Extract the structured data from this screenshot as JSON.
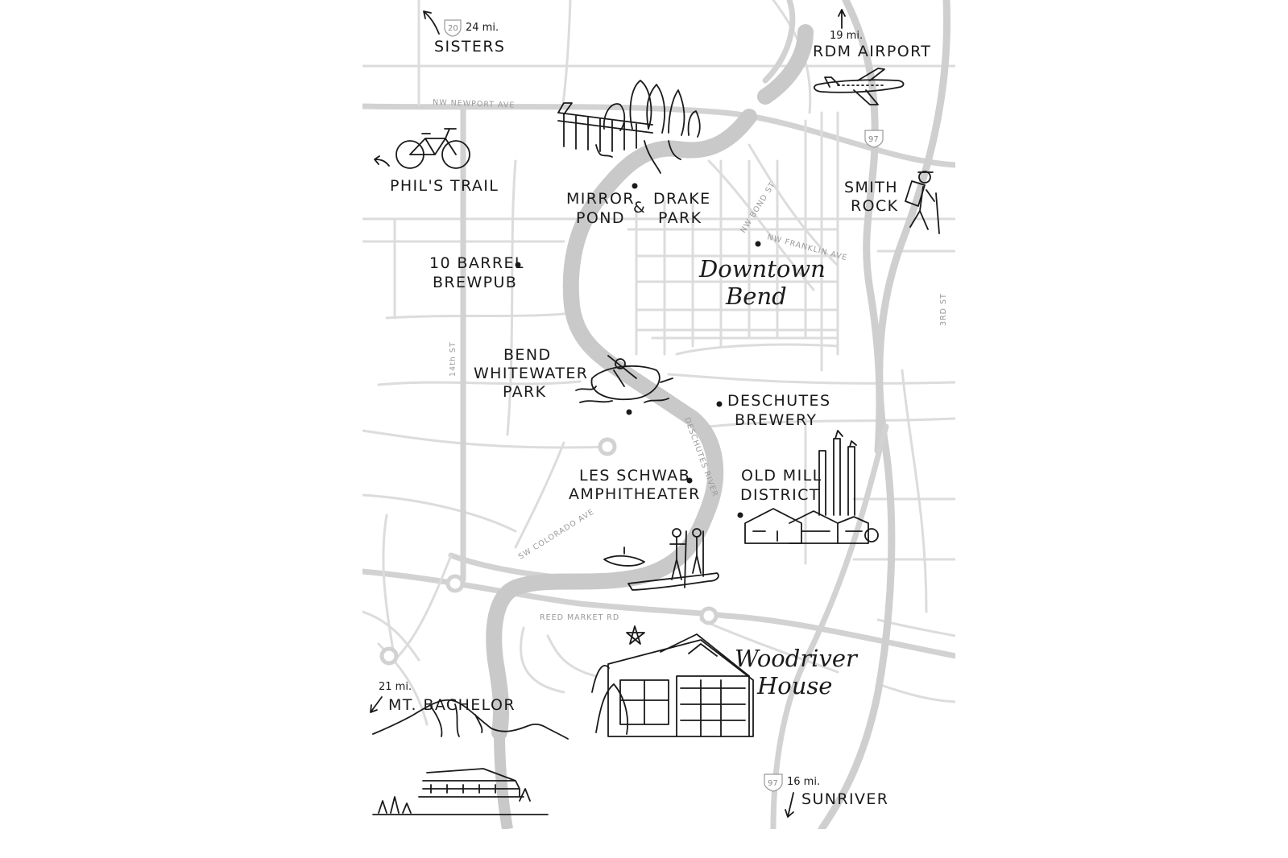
{
  "map": {
    "places": {
      "sisters": "SISTERS",
      "rdm_airport": "RDM AIRPORT",
      "phils_trail": "PHIL'S TRAIL",
      "mirror_pond_1": "MIRROR",
      "mirror_pond_2": "POND",
      "ampersand": "&",
      "drake_park_1": "DRAKE",
      "drake_park_2": "PARK",
      "smith_rock_1": "SMITH",
      "smith_rock_2": "ROCK",
      "ten_barrel_1": "10 BARREL",
      "ten_barrel_2": "BREWPUB",
      "downtown_1": "Downtown",
      "downtown_2": "Bend",
      "whitewater_1": "BEND",
      "whitewater_2": "WHITEWATER",
      "whitewater_3": "PARK",
      "deschutes_brewery_1": "DESCHUTES",
      "deschutes_brewery_2": "BREWERY",
      "les_schwab_1": "LES SCHWAB",
      "les_schwab_2": "AMPHITHEATER",
      "old_mill_1": "OLD MILL",
      "old_mill_2": "DISTRICT",
      "woodriver_1": "Woodriver",
      "woodriver_2": "House",
      "mt_bachelor": "MT. BACHELOR",
      "sunriver": "SUNRIVER"
    },
    "distances": {
      "sisters": "24 mi.",
      "rdm_airport": "19 mi.",
      "mt_bachelor": "21 mi.",
      "sunriver": "16 mi."
    },
    "shields": {
      "sisters_route": "20",
      "airport_route": "97",
      "sunriver_route": "97"
    },
    "streets": {
      "newport": "NW NEWPORT AVE",
      "bond": "NW BOND ST",
      "franklin": "NW FRANKLIN AVE",
      "third": "3RD ST",
      "fourteenth": "14th ST",
      "colorado": "SW COLORADO AVE",
      "reed_market": "REED MARKET RD",
      "deschutes_river": "DESCHUTES RIVER"
    },
    "colors": {
      "ink": "#1a1a1a",
      "roads": "#d2d2d2",
      "river": "#c9c9c9",
      "street_labels": "#9a9a9a"
    }
  }
}
